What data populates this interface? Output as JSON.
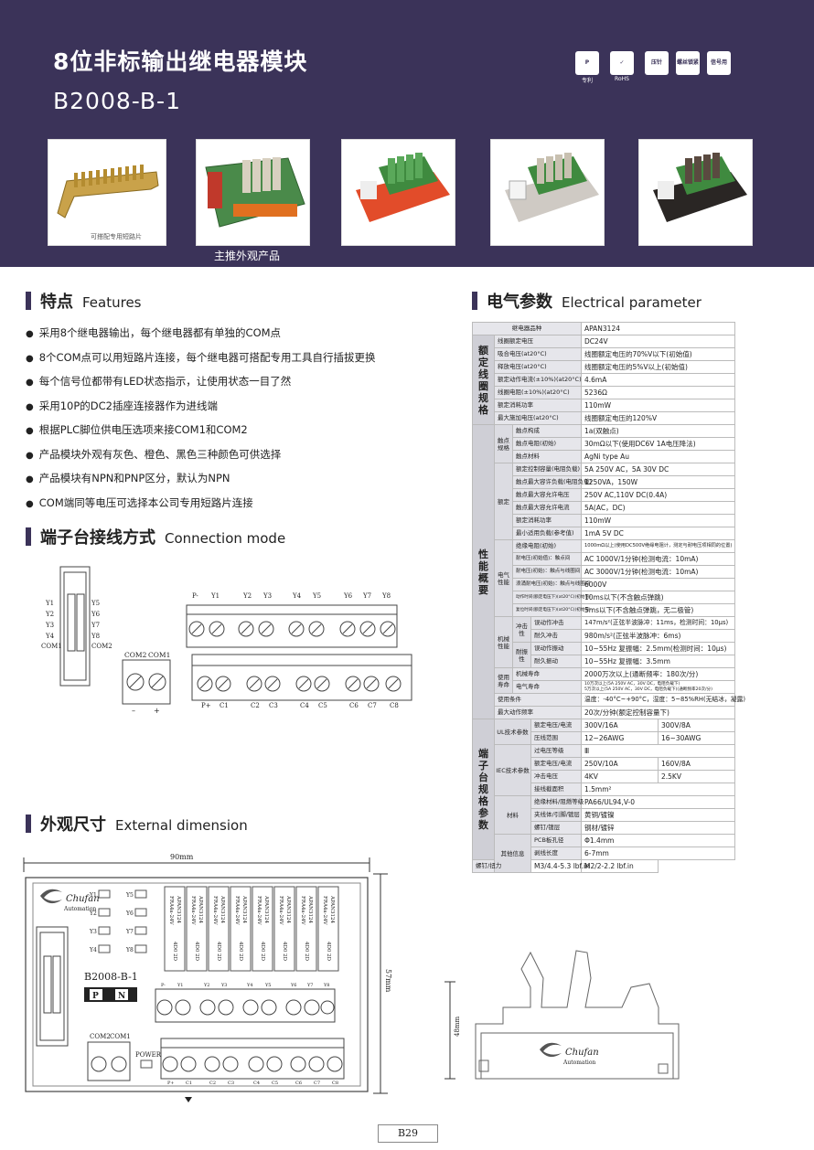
{
  "header": {
    "title_cn": "8位非标输出继电器模块",
    "model": "B2008-B-1",
    "badges": [
      {
        "icon": "patent-icon",
        "label": "专利"
      },
      {
        "icon": "rohs-icon",
        "label": "RoHS"
      },
      {
        "icon": "crimp-pin-icon",
        "label": "压针"
      },
      {
        "icon": "screw-lock-icon",
        "label": "螺丝锁紧"
      },
      {
        "icon": "signal-icon",
        "label": "信号用"
      }
    ],
    "photo_caption_jumper": "可搭配专用短路片",
    "photo_caption_main": "主推外观产品"
  },
  "features": {
    "title_cn": "特点",
    "title_en": "Features",
    "items": [
      "采用8个继电器输出，每个继电器都有单独的COM点",
      "8个COM点可以用短路片连接，每个继电器可搭配专用工具自行插拔更换",
      "每个信号位都带有LED状态指示，让使用状态一目了然",
      "采用10P的DC2插座连接器作为进线端",
      "根据PLC脚位供电压选项来接COM1和COM2",
      "产品模块外观有灰色、橙色、黑色三种颜色可供选择",
      "产品模块有NPN和PNP区分，默认为NPN",
      "COM端同等电压可选择本公司专用短路片连接"
    ]
  },
  "electrical": {
    "title_cn": "电气参数",
    "title_en": "Electrical parameter",
    "groups": {
      "coil": "额定线圈规格",
      "perf": "性能概要",
      "terminal": "端子台规格参数",
      "contact": "触点规格",
      "rated": "额定",
      "elec": "电气性能",
      "mech": "机械性能",
      "impact": "冲击性",
      "vib": "耐振性",
      "life": "使用寿命",
      "ul": "UL技术参数",
      "iec": "IEC技术参数",
      "material": "材料",
      "other": "其他信息"
    },
    "rows": {
      "relay_type": {
        "label": "继电器品种",
        "value": "APAN3124"
      },
      "coil_voltage": {
        "label": "线圈额定电压",
        "value": "DC24V"
      },
      "pickup": {
        "label": "吸合电压(at20°C)",
        "value": "线圈额定电压的70%V以下(初始值)"
      },
      "release": {
        "label": "释放电压(at20°C)",
        "value": "线圈额定电压的5%V以上(初始值)"
      },
      "rated_current": {
        "label": "额定动作电流(±10%)(at20°C)",
        "value": "4.6mA"
      },
      "coil_res": {
        "label": "线圈电阻(±10%)(at20°C)",
        "value": "5236Ω"
      },
      "power": {
        "label": "额定消耗功率",
        "value": "110mW"
      },
      "max_voltage": {
        "label": "最大施加电压(at20°C)",
        "value": "线圈额定电压的120%V"
      },
      "contact_form": {
        "label": "触点构成",
        "value": "1a(双触点)"
      },
      "contact_res": {
        "label": "触点电阻(初始)",
        "value": "30mΩ以下(使用DC6V 1A电压降法)"
      },
      "contact_mat": {
        "label": "触点材料",
        "value": "AgNi type  Au"
      },
      "rated_load": {
        "label": "额定控制容量(电阻负载)",
        "value": "5A 250V AC，5A 30V DC"
      },
      "max_switch_power": {
        "label": "触点最大容许负载(电阻负载)",
        "value": "1250VA，150W"
      },
      "max_switch_voltage": {
        "label": "触点最大容允许电压",
        "value": "250V AC,110V DC(0.4A)"
      },
      "max_switch_current": {
        "label": "触点最大容允许电流",
        "value": "5A(AC，DC)"
      },
      "rated_power2": {
        "label": "额定消耗功率",
        "value": "110mW"
      },
      "min_load": {
        "label": "最小适用负载(参考值)",
        "value": "1mA  5V DC"
      },
      "insulation": {
        "label": "绝缘电阻(初始)",
        "value": "1000mΩ以上(使用DC500V绝缘电阻计，测定与耐电压项相同的位置)"
      },
      "withstand_contact": {
        "label": "耐电压(初始值)：触点间",
        "value": "AC 1000V/1分钟(检测电流：10mA)"
      },
      "withstand_coil": {
        "label": "耐电压(初始)：触点与线圈间",
        "value": "AC 3000V/1分钟(检测电流：10mA)"
      },
      "surge": {
        "label": "浪涌耐电压(初始)：触点与线圈间",
        "value": "6000V"
      },
      "operate_time": {
        "label": "动作时间(额定电压下)(at20°C)(初始值)",
        "value": "10ms以下(不含触点弹跳)"
      },
      "release_time": {
        "label": "复位时间(额定电压下)(at20°C)(初始值)",
        "value": "5ms以下(不含触点弹跳，无二极管)"
      },
      "shock_mal": {
        "label": "误动作冲击",
        "value": "147m/s²(正弦半波脉冲：11ms，检测时间：10μs)"
      },
      "shock_dur": {
        "label": "耐久冲击",
        "value": "980m/s²(正弦半波脉冲：6ms)"
      },
      "vib_mal": {
        "label": "误动作振动",
        "value": "10~55Hz 复振幅：2.5mm(检测时间：10μs)"
      },
      "vib_dur": {
        "label": "耐久振动",
        "value": "10~55Hz 复振幅：3.5mm"
      },
      "mech_life": {
        "label": "机械寿命",
        "value": "2000万次以上(通断频率：180次/分)"
      },
      "elec_life": {
        "label": "电气寿命",
        "value": "10万次以上(5A 250V AC，30V DC，电阻负载下)",
        "value2": "5万次以上(5A 250V AC，30V DC，电阻负载下)(通断频率20次/分)"
      },
      "conditions": {
        "label": "使用条件",
        "value": "温度：-40°C~+90°C，湿度：5~85%RH(无结冰，凝露)"
      },
      "max_freq": {
        "label": "最大动作频率",
        "value": "20次/分钟(额定控制容量下)"
      },
      "ul_rating": {
        "label": "额定电压/电流",
        "value": "300V/16A",
        "value2": "300V/8A"
      },
      "wire_range": {
        "label": "压线范围",
        "value": "12~26AWG",
        "value2": "16~30AWG"
      },
      "overvolt": {
        "label": "过电压等级",
        "value": "Ⅲ"
      },
      "iec_rating": {
        "label": "额定电压/电流",
        "value": "250V/10A",
        "value2": "160V/8A"
      },
      "impulse": {
        "label": "冲击电压",
        "value": "4KV",
        "value2": "2.5KV"
      },
      "wire_area": {
        "label": "接线截面积",
        "value": "1.5mm²"
      },
      "insul_mat": {
        "label": "绝缘材料/阻燃等级",
        "value": "PA66/UL94,V-0"
      },
      "clamp": {
        "label": "夹线体/引脚/镀层",
        "value": "黄铜/镀镍"
      },
      "screw": {
        "label": "螺钉/镀层",
        "value": "钢材/镀锌"
      },
      "pcb_hole": {
        "label": "PCB板孔径",
        "value": "Φ1.4mm"
      },
      "strip": {
        "label": "剥线长度",
        "value": "6-7mm"
      },
      "torque": {
        "label": "螺钉/扭力",
        "value": "M3/4.4-5.3 lbf.in",
        "value2": "M2/2-2.2 lbf.in"
      }
    }
  },
  "connection": {
    "title_cn": "端子台接线方式",
    "title_en": "Connection mode",
    "left_labels": [
      "Y1",
      "Y2",
      "Y3",
      "Y4",
      "COM1"
    ],
    "right_labels": [
      "Y5",
      "Y6",
      "Y7",
      "Y8",
      "COM2"
    ],
    "com_labels": [
      "COM2",
      "COM1"
    ],
    "com_polarity": [
      "–",
      "+"
    ],
    "top_labels": [
      "P-",
      "Y1",
      "Y2",
      "Y3",
      "Y4",
      "Y5",
      "Y6",
      "Y7",
      "Y8"
    ],
    "bottom_labels": [
      "P+",
      "C1",
      "C2",
      "C3",
      "C4",
      "C5",
      "C6",
      "C7",
      "C8"
    ]
  },
  "dimension": {
    "title_cn": "外观尺寸",
    "title_en": "External dimension",
    "width_label": "90mm",
    "height_label": "57mm",
    "side_height_label": "48mm",
    "brand": "Chufan",
    "brand_sub": "Automation",
    "model": "B2008-B-1",
    "np": [
      "P",
      "N"
    ],
    "relay_text": [
      "FRA4a-24V",
      "APAN3124",
      "4D0 2D"
    ],
    "led_left": [
      "Y1",
      "Y2",
      "Y3",
      "Y4"
    ],
    "led_right": [
      "Y5",
      "Y6",
      "Y7",
      "Y8"
    ],
    "com_labels": [
      "COM2",
      "COM1"
    ],
    "power": "POWER"
  },
  "page_number": "B29"
}
